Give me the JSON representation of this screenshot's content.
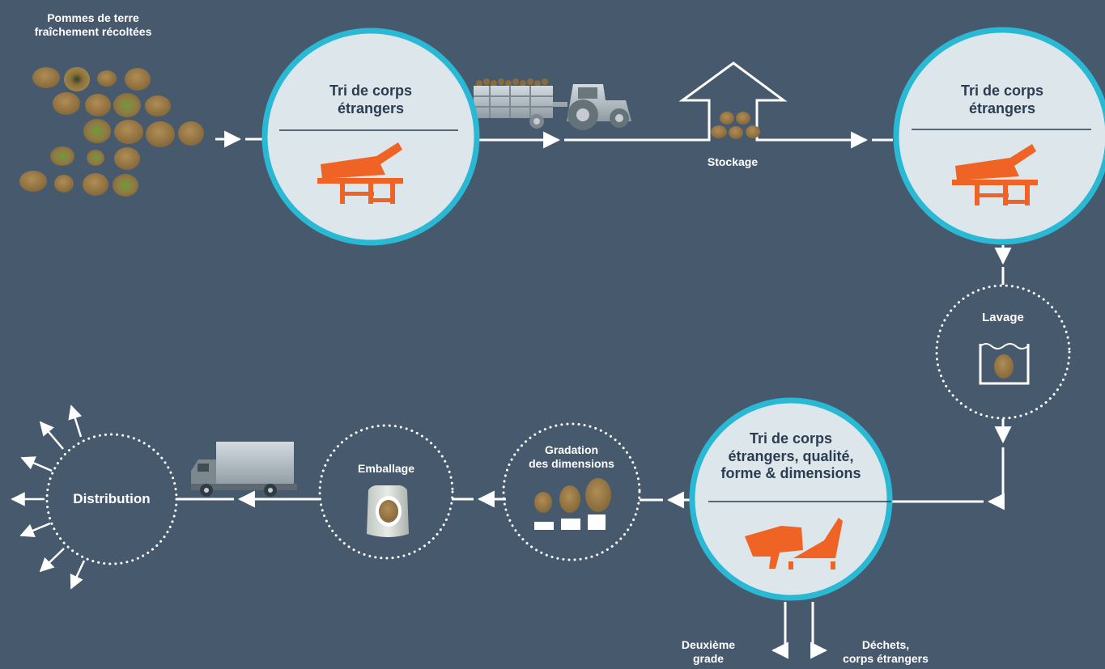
{
  "labels": {
    "harvest": "Pommes de terre\nfraîchement récoltées",
    "sort1": "Tri de corps\nétrangers",
    "storage": "Stockage",
    "sort2": "Tri de corps\nétrangers",
    "washing": "Lavage",
    "sort3": "Tri de corps\nétrangers, qualité,\nforme & dimensions",
    "second_grade": "Deuxième\ngrade",
    "waste": "Déchets,\ncorps étrangers",
    "grading": "Gradation\ndes dimensions",
    "packaging": "Emballage",
    "distribution": "Distribution"
  },
  "colors": {
    "background": "#475a6d",
    "circle_fill": "#dde6ea",
    "circle_ring": "#29b9d5",
    "accent": "#ef6424",
    "potato": "#9a7a46",
    "text_dark": "#2b3d51"
  }
}
